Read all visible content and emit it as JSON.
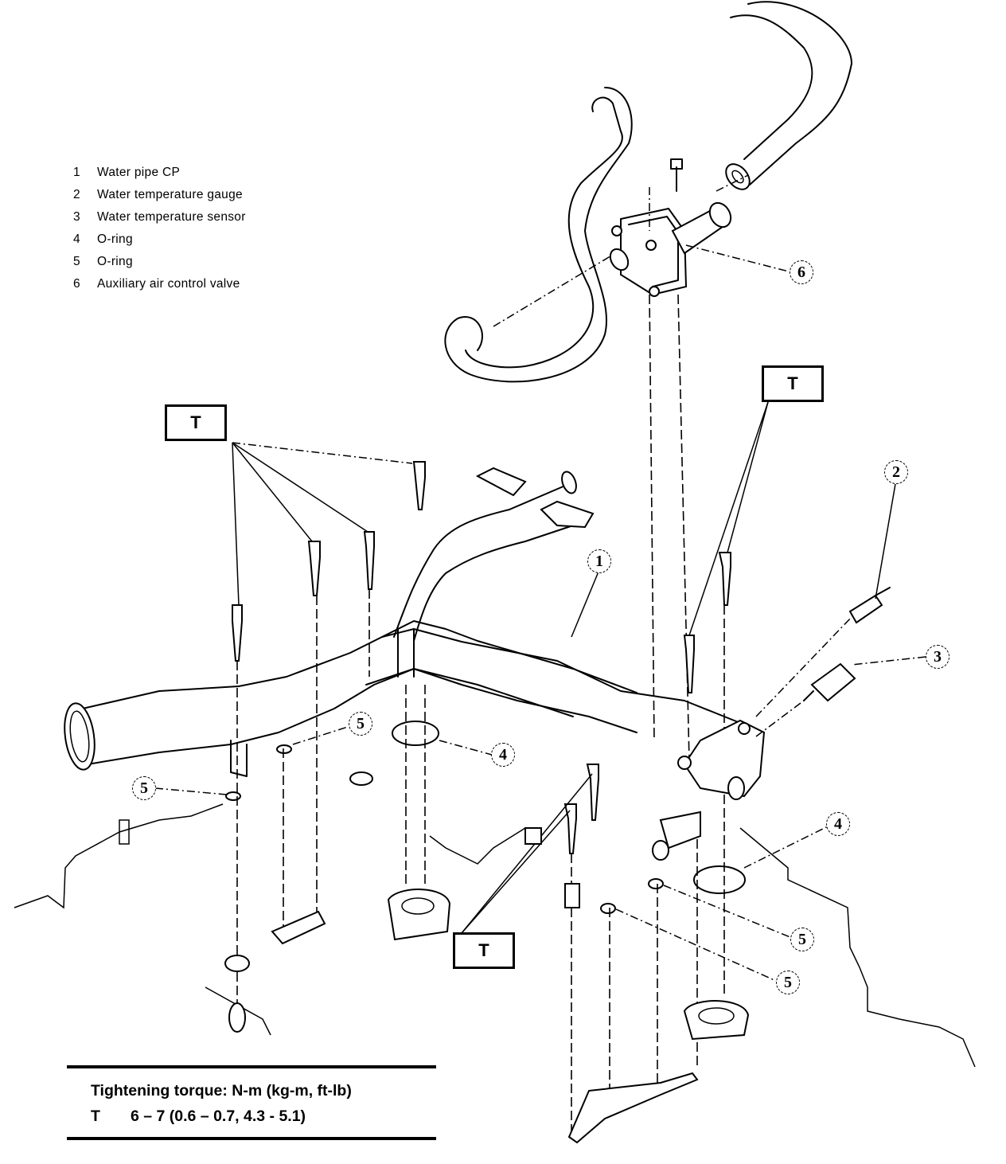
{
  "legend": {
    "items": [
      {
        "num": "1",
        "label": "Water pipe CP"
      },
      {
        "num": "2",
        "label": "Water temperature gauge"
      },
      {
        "num": "3",
        "label": "Water temperature sensor"
      },
      {
        "num": "4",
        "label": "O-ring"
      },
      {
        "num": "5",
        "label": "O-ring"
      },
      {
        "num": "6",
        "label": "Auxiliary air control valve"
      }
    ]
  },
  "torque_tags": [
    {
      "label": "T"
    },
    {
      "label": "T"
    },
    {
      "label": "T"
    }
  ],
  "callouts": [
    {
      "num": "1",
      "part": "Water pipe CP"
    },
    {
      "num": "2",
      "part": "Water temperature gauge"
    },
    {
      "num": "3",
      "part": "Water temperature sensor"
    },
    {
      "num": "4",
      "part": "O-ring"
    },
    {
      "num": "4",
      "part": "O-ring"
    },
    {
      "num": "5",
      "part": "O-ring"
    },
    {
      "num": "5",
      "part": "O-ring"
    },
    {
      "num": "5",
      "part": "O-ring"
    },
    {
      "num": "5",
      "part": "O-ring"
    },
    {
      "num": "6",
      "part": "Auxiliary air control valve"
    }
  ],
  "torque_spec": {
    "heading": "Tightening torque:  N-m (kg-m, ft-lb)",
    "rows": [
      {
        "code": "T",
        "value": "6 – 7 (0.6 – 0.7, 4.3 - 5.1)"
      }
    ]
  }
}
